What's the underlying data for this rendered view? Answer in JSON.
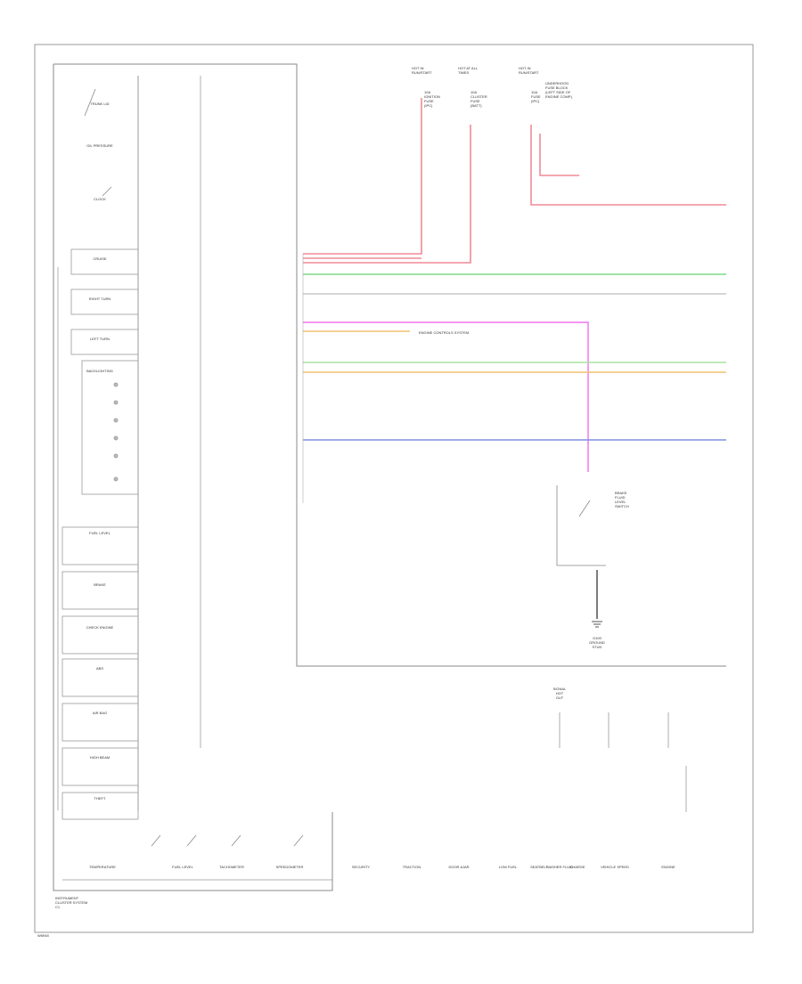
{
  "diagram": {
    "footer_id": "W6948",
    "cluster_label": [
      "INSTRUMENT",
      "CLUSTER SYSTEM",
      "C1"
    ],
    "top_fuses": [
      {
        "name": [
          "HOT IN",
          "RUN/START"
        ],
        "fuse": [
          "10A",
          "IGNITION",
          "FUSE",
          "(IPC)"
        ]
      },
      {
        "name": [
          "HOT AT ALL",
          "TIMES"
        ],
        "fuse": [
          "10A",
          "CLUSTER",
          "FUSE",
          "(BATT)"
        ]
      },
      {
        "name": [
          "HOT IN",
          "RUN/START"
        ],
        "fuse": [
          "10A",
          "FUSE",
          "(IPC)"
        ],
        "note": [
          "UNDERHOOD",
          "FUSE BLOCK",
          "(LEFT SIDE OF",
          "ENGINE COMP.)"
        ]
      }
    ],
    "wire_colors": {
      "red": "#f08a96",
      "green": "#7ed88a",
      "gray": "#c9c9c9",
      "magenta": "#f070f0",
      "tan": "#f0c070",
      "blue": "#8090e0",
      "lightgreen": "#a8e0a0",
      "black": "#444444"
    },
    "left_components": [
      "TRUNK LID",
      "OIL PRESSURE",
      "CLOCK",
      "CRUISE",
      "RIGHT TURN",
      "LEFT TURN",
      "BACKLIGHTING",
      "FUEL LEVEL",
      "BRAKE",
      "CHECK ENGINE",
      "ABS",
      "AIR BAG",
      "HIGH BEAM",
      "THEFT"
    ],
    "bottom_gauges": [
      "TEMPERATURE",
      "FUEL LEVEL",
      "TACHOMETER",
      "SPEEDOMETER"
    ],
    "bottom_indicators": [
      "SECURITY",
      "TRACTION",
      "DOOR AJAR",
      "LOW FUEL",
      "SEATBELT",
      "CHARGE",
      "VEHICLE SPEED",
      "ENGINE",
      "WASHER FLUID"
    ],
    "switch_label": [
      "BRAKE",
      "FLUID",
      "LEVEL",
      "SWITCH"
    ],
    "ground_label": [
      "G100",
      "GROUND",
      "STUD"
    ],
    "right_nodes": [
      "SIGNAL",
      "HOT",
      "OUT"
    ],
    "connector_note": "ENGINE CONTROLS SYSTEM"
  }
}
